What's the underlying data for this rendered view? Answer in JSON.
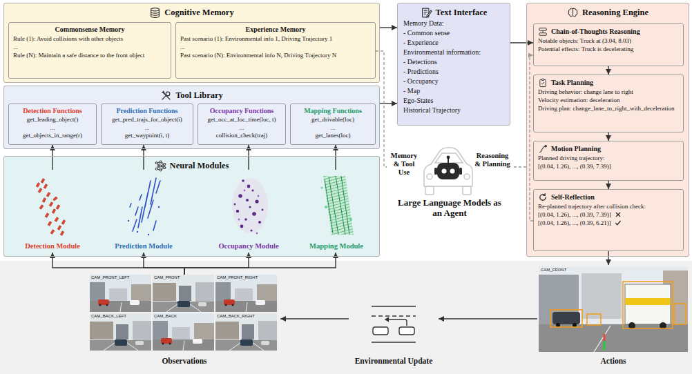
{
  "diagram": {
    "nodes": [
      {
        "text": [
          "Cognitive Memory"
        ]
      },
      {
        "text": [
          "Commonsense Memory",
          "Rule (1): Avoid collisions with other objects",
          "...",
          "Rule (N): Maintain a safe distance to the front object"
        ],
        "in": 0
      },
      {
        "text": [
          "Experience Memory",
          "Past scenario (1): Environmental info 1, Driving Trajectory 1",
          "...",
          "Past scenario (N): Environmental info N, Driving Trajectory N"
        ],
        "in": 0
      },
      {
        "text": [
          "Text Interface",
          "Memory Data:",
          "- Common sense",
          "- Experience",
          "Environmental information:",
          "- Detections",
          "- Predictions",
          "- Occupancy",
          "- Map",
          "Ego-States",
          "Historical Trajectory"
        ]
      },
      {
        "text": [
          "Reasoning Engine"
        ]
      },
      {
        "text": [
          "Chain-of-Thoughts Reasoning",
          "Notable objects: Truck at (3.04, 8.03)",
          "Potential effects: Truck is decelerating"
        ],
        "in": 4
      },
      {
        "text": [
          "Task Planning",
          "Driving behavior: change lane to right",
          "Velocity estimation: deceleration",
          "Driving plan: change_lane_to_right_with_deceleration"
        ],
        "in": 4
      },
      {
        "text": [
          "Motion Planning",
          "Planned driving trajectory:",
          "[(0.04, 1.26), ..., (0.39, 7.39)]"
        ],
        "in": 4
      },
      {
        "text": [
          "Self-Reflection",
          "Re-planned trajectory after collision check:",
          "[(0.04, 1.26), ..., (0.39, 7.39)]",
          "[(0.04, 1.26), ..., (0.39, 6.21)]"
        ],
        "in": 4
      },
      {
        "text": [
          "Tool Library"
        ]
      },
      {
        "text": [
          "Detection Functions",
          "get_leading_object()",
          "...",
          "get_objects_in_range(r)"
        ],
        "in": 9
      },
      {
        "text": [
          "Prediction Functions",
          "get_pred_trajs_for_object(i)",
          "...",
          "get_waypoint(i, t)"
        ],
        "in": 9
      },
      {
        "text": [
          "Occupancy Functions",
          "get_occ_at_loc_time(loc, t)",
          "...",
          "collision_check(traj)"
        ],
        "in": 9
      },
      {
        "text": [
          "Mapping Functions",
          "get_drivable(loc)",
          "...",
          "get_lanes(loc)"
        ],
        "in": 9
      },
      {
        "text": [
          "Neural Modules"
        ]
      },
      {
        "text": [
          "Detection Module"
        ],
        "in": 14
      },
      {
        "text": [
          "Prediction Module"
        ],
        "in": 14
      },
      {
        "text": [
          "Occupancy Module"
        ],
        "in": 14
      },
      {
        "text": [
          "Mapping Module"
        ],
        "in": 14
      },
      {
        "text": [
          "Memory & Tool Use",
          "Reasoning & Planning",
          "Large Language Models as an Agent"
        ]
      },
      {
        "text": [
          "Observations"
        ]
      },
      {
        "text": [
          "Environmental Update"
        ]
      },
      {
        "text": [
          "Actions"
        ]
      }
    ],
    "edges": [
      {
        "from": 0,
        "to": 3,
        "arrow": "to"
      },
      {
        "from": 9,
        "to": 3,
        "arrow": "to"
      },
      {
        "from": 3,
        "to": 5,
        "arrow": "to"
      },
      {
        "from": 5,
        "to": 6,
        "arrow": "to"
      },
      {
        "from": 6,
        "to": 7,
        "arrow": "to"
      },
      {
        "from": 7,
        "to": 8,
        "arrow": "to"
      },
      {
        "from": 8,
        "to": 22,
        "arrow": "to"
      },
      {
        "from": 22,
        "to": 21,
        "arrow": "to"
      },
      {
        "from": 21,
        "to": 20,
        "arrow": "to"
      },
      {
        "from": 15,
        "to": 10,
        "arrow": "to"
      },
      {
        "from": 16,
        "to": 11,
        "arrow": "to"
      },
      {
        "from": 17,
        "to": 12,
        "arrow": "to"
      },
      {
        "from": 18,
        "to": 13,
        "arrow": "to"
      },
      {
        "from": 20,
        "to": 15,
        "arrow": "to"
      },
      {
        "from": 20,
        "to": 16,
        "arrow": "to"
      },
      {
        "from": 20,
        "to": 17,
        "arrow": "to"
      },
      {
        "from": 20,
        "to": 18,
        "arrow": "to"
      },
      {
        "from": 2,
        "to": 19,
        "arrow": "none"
      },
      {
        "from": 4,
        "to": 19,
        "arrow": "none"
      },
      {
        "from": 8,
        "to": 5,
        "arrow": "to"
      }
    ],
    "labels": [
      "CAM_FRONT_LEFT",
      "CAM_FRONT",
      "CAM_FRONT_RIGHT",
      "CAM_BACK_LEFT",
      "CAM_BACK",
      "CAM_BACK_RIGHT",
      "CAM_FRONT"
    ]
  }
}
